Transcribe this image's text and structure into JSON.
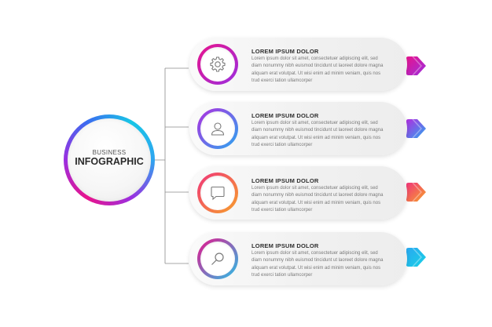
{
  "hub": {
    "subtitle": "BUSINESS",
    "title": "INFOGRAPHIC",
    "ring_colors": [
      "#e8138c",
      "#9b2fe0",
      "#18c6e6"
    ]
  },
  "steps": [
    {
      "title": "LOREM IPSUM DOLOR",
      "line1": "Lorem ipsum dolor sit amet, consectetuer adipiscing elit, sed",
      "line2": "diam nonummy nibh euismod tincidunt ut laoreet dolore magna",
      "line3": "aliquam erat volutpat. Ut wisi enim ad minim veniam, quis nos",
      "line4": "trud exerci tation ullamcorper",
      "icon": "gear-icon",
      "color_a": "#e8138c",
      "color_b": "#9b2fe0"
    },
    {
      "title": "LOREM IPSUM DOLOR",
      "line1": "Lorem ipsum dolor sit amet, consectetuer adipiscing elit, sed",
      "line2": "diam nonummy nibh euismod tincidunt ut laoreet dolore magna",
      "line3": "aliquam erat volutpat. Ut wisi enim ad minim veniam, quis nos",
      "line4": "trud exerci tation ullamcorper",
      "icon": "user-icon",
      "color_a": "#b02ee0",
      "color_b": "#2aa8f0"
    },
    {
      "title": "LOREM IPSUM DOLOR",
      "line1": "Lorem ipsum dolor sit amet, consectetuer adipiscing elit, sed",
      "line2": "diam nonummy nibh euismod tincidunt ut laoreet dolore magna",
      "line3": "aliquam erat volutpat. Ut wisi enim ad minim veniam, quis nos",
      "line4": "trud exerci tation ullamcorper",
      "icon": "chat-bubble-icon",
      "color_a": "#f0357a",
      "color_b": "#f7a12a"
    },
    {
      "title": "LOREM IPSUM DOLOR",
      "line1": "Lorem ipsum dolor sit amet, consectetuer adipiscing elit, sed",
      "line2": "diam nonummy nibh euismod tincidunt ut laoreet dolore magna",
      "line3": "aliquam erat volutpat. Ut wisi enim ad minim veniam, quis nos",
      "line4": "trud exerci tation ullamcorper",
      "icon": "magnifier-icon",
      "color_a": "#e8138c",
      "color_b": "#27c3e8"
    }
  ]
}
